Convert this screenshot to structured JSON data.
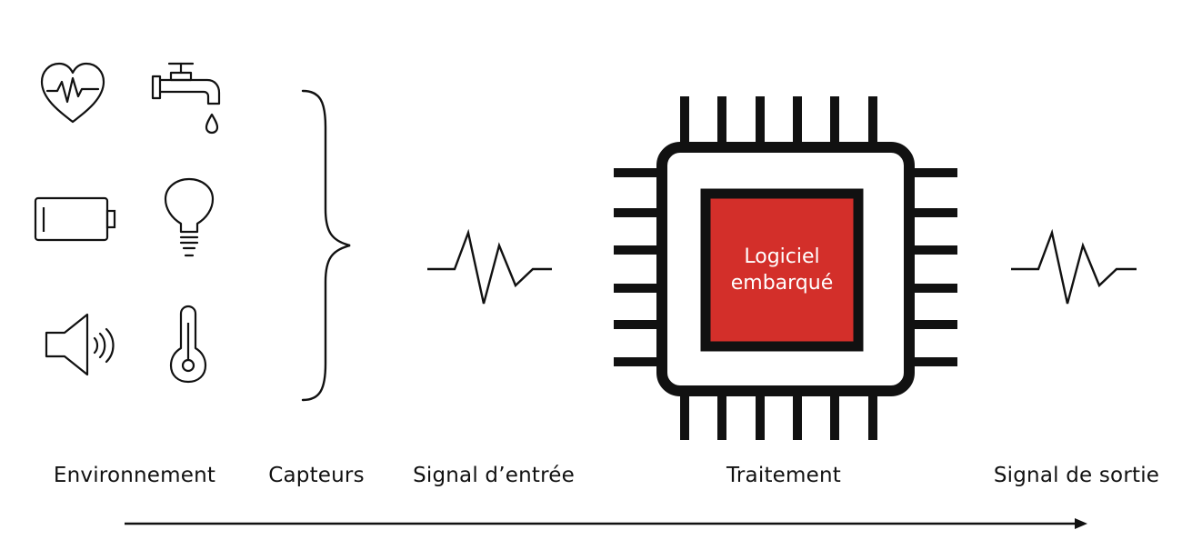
{
  "stages": {
    "environment": "Environnement",
    "sensors": "Capteurs",
    "input_signal": "Signal d’entrée",
    "processing": "Traitement",
    "output_signal": "Signal de sortie"
  },
  "chip": {
    "line1": "Logiciel",
    "line2": "embarqué",
    "fill_color": "#d32f2a",
    "outline_color": "#111111"
  },
  "environment_icons": [
    "heart-rate-icon",
    "water-tap-icon",
    "battery-icon",
    "light-bulb-icon",
    "speaker-icon",
    "thermometer-icon"
  ]
}
